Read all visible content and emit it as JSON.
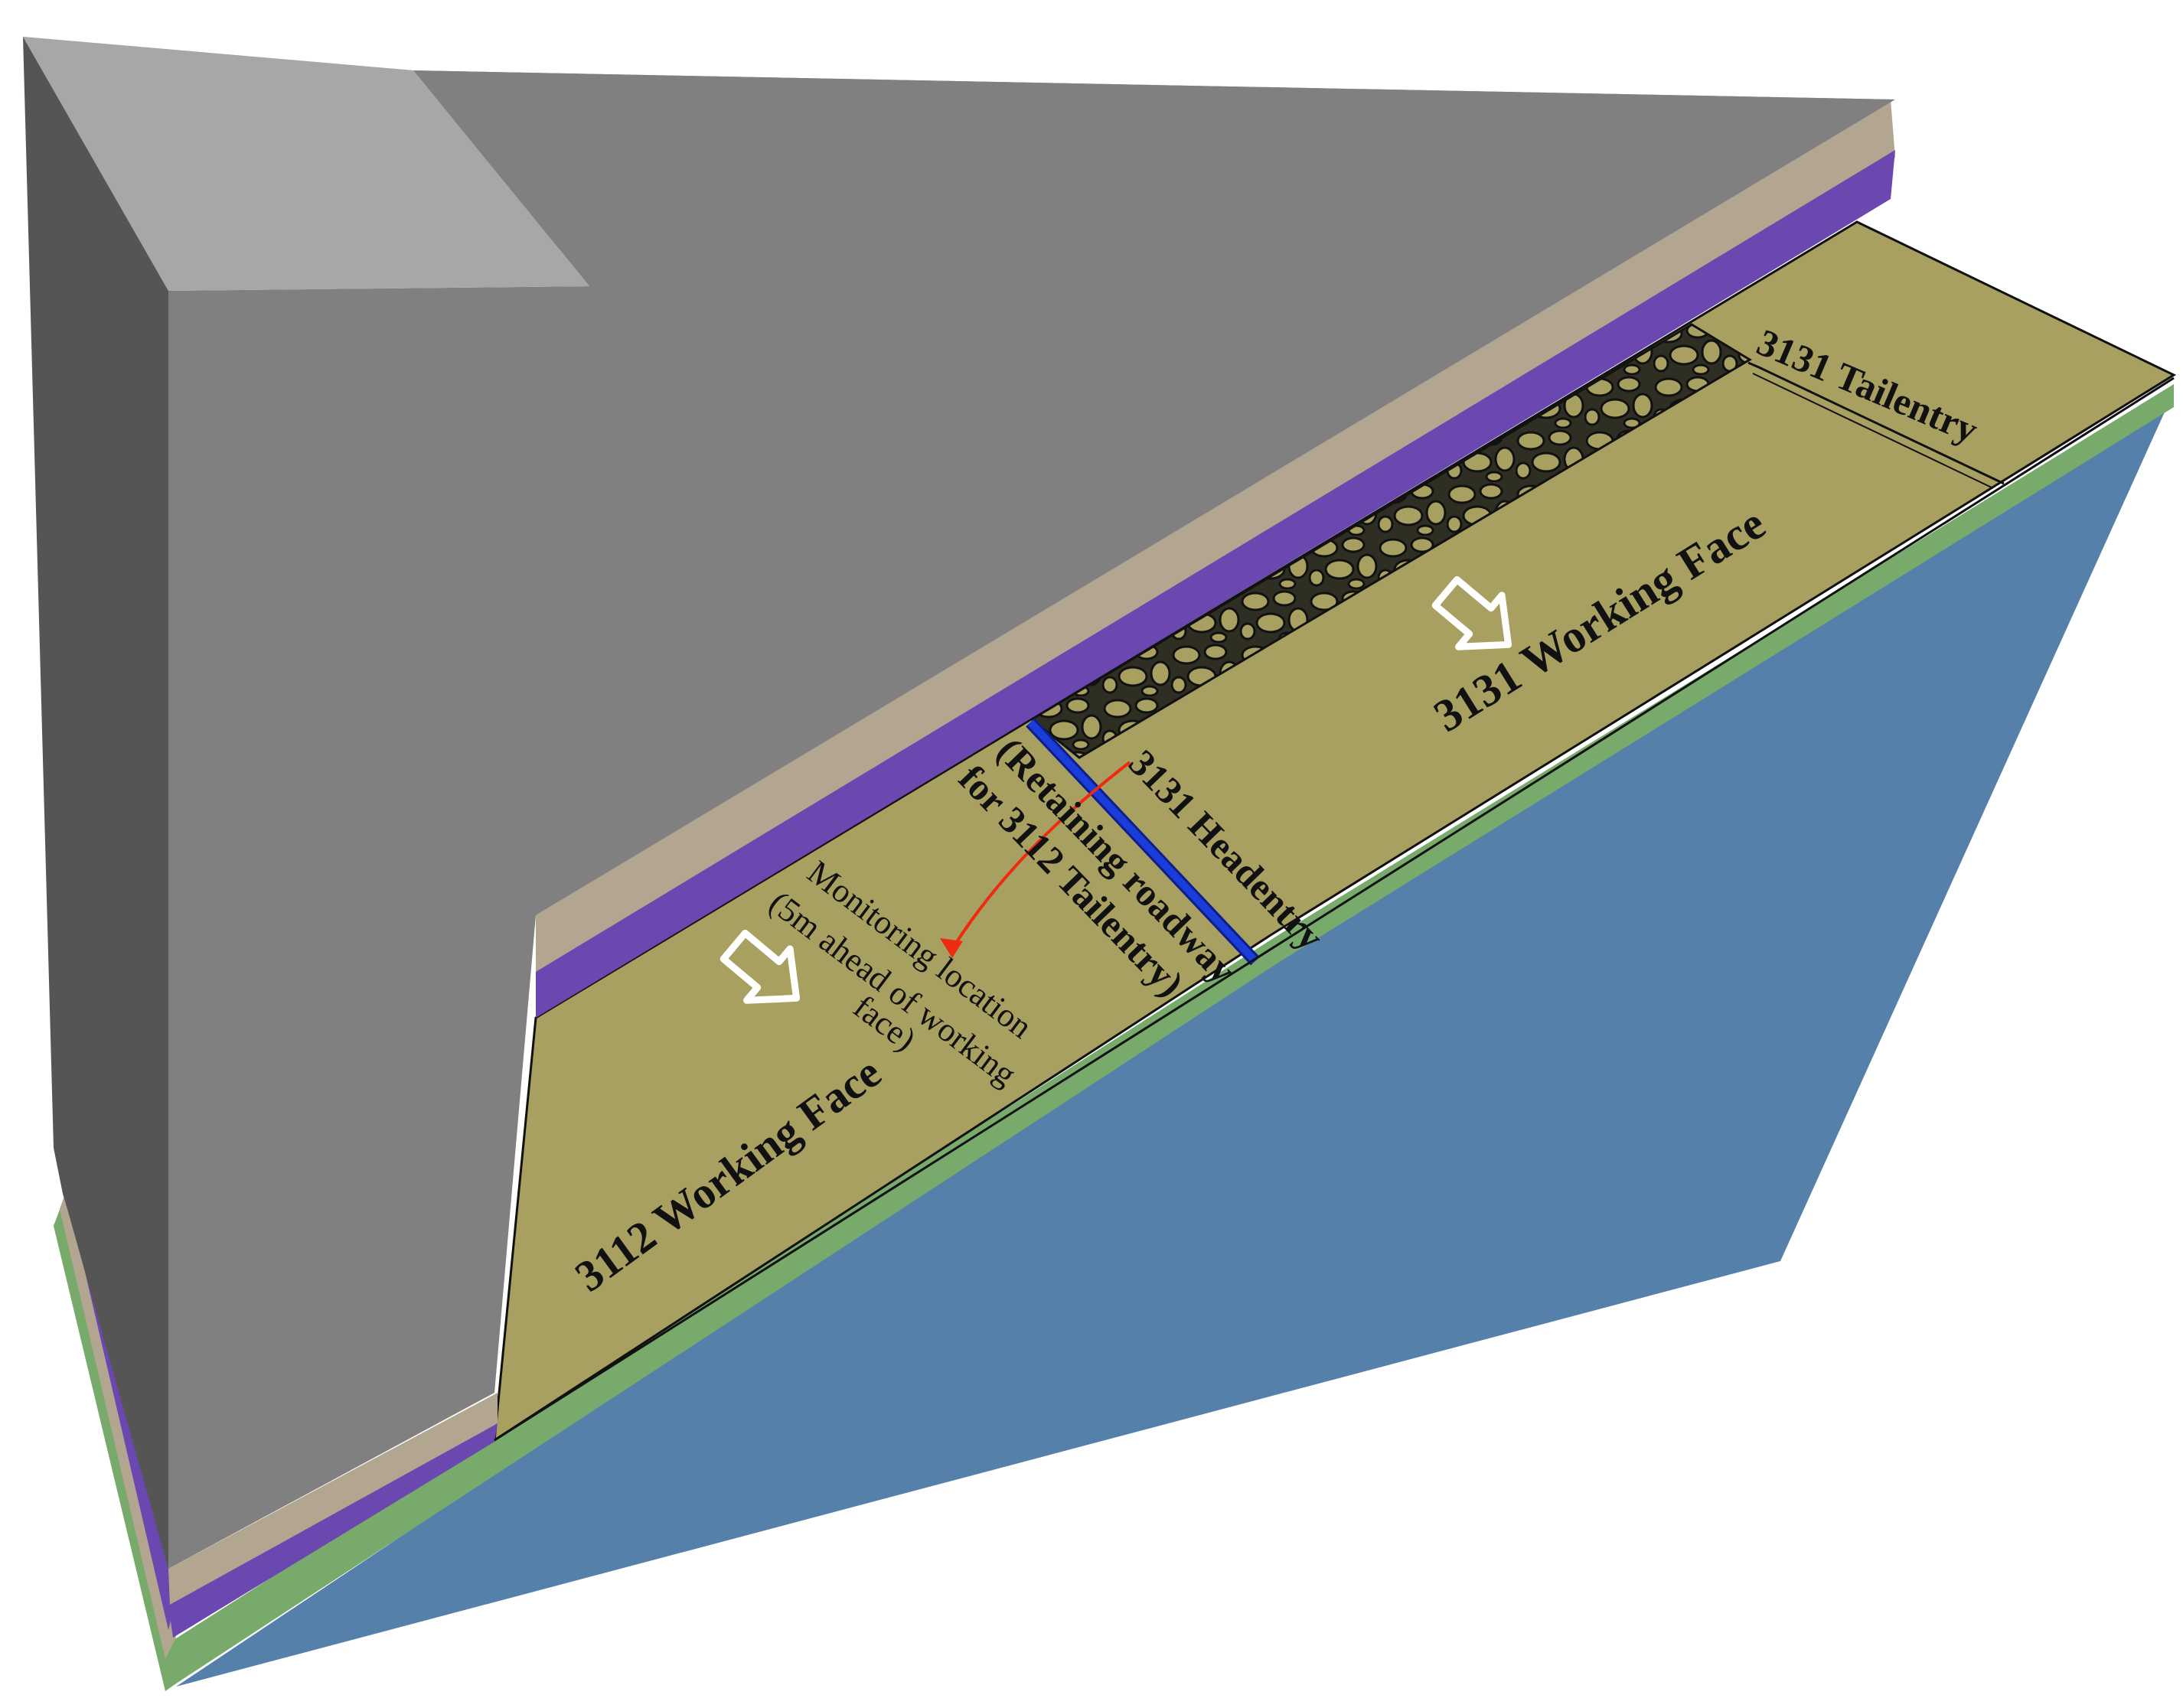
{
  "labels": {
    "tailentry_3131": "3131  Tailentry",
    "working_face_3131": "3131  Working Face",
    "headentry_3131": "3131 Headentry",
    "retaining_line1": "(Retaining roadway",
    "retaining_line2": "for 3112 Tailentry)",
    "monitoring_line1": "Monitoring location",
    "monitoring_line2": "(5m ahead of working",
    "monitoring_line3": "face)",
    "working_face_3112": "3112 Working Face"
  },
  "colors": {
    "coal_seam": "#a8a060",
    "lower_rock": "#5580aa",
    "green_layer": "#78aa6c",
    "purple_layer": "#6a48b0",
    "tan_layer": "#b3a690",
    "overburden_face": "#808080",
    "overburden_top": "#adadad",
    "overburden_dark": "#555555",
    "headentry": "#1a3cd8",
    "monitoring_arrow": "#ee2a10"
  },
  "icons": {
    "advance_arrow": "hollow-arrow-down-right-icon",
    "monitor_pointer": "red-arrow-icon"
  }
}
